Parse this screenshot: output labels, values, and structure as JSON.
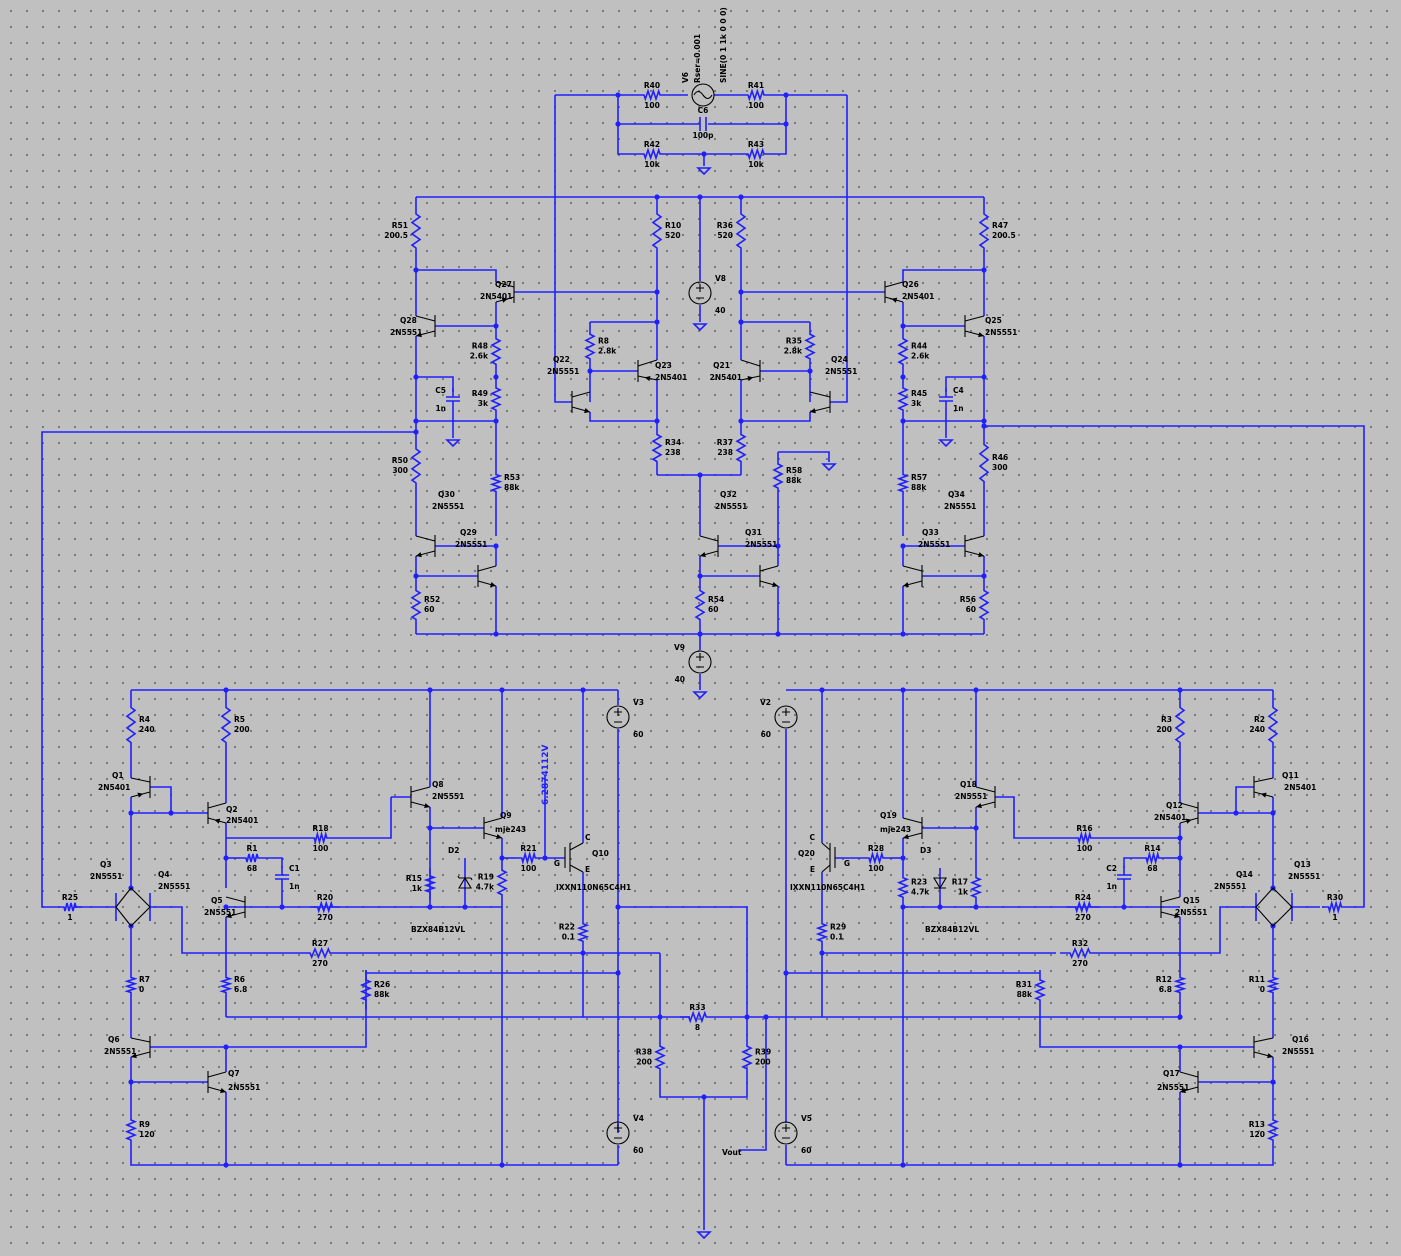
{
  "theme": {
    "background": "#c0c0c0",
    "wire": "#2020ff",
    "symbol": "#000000"
  },
  "labels": {
    "V6": "V6",
    "V6_rser": "Rser=0.001",
    "V6_sine": "SINE(0 1 1k 0 0 0)",
    "R40": "R40",
    "R40_val": "100",
    "R41": "R41",
    "R41_val": "100",
    "C6": "C6",
    "C6_val": "100p",
    "R42": "R42",
    "R42_val": "10k",
    "R43": "R43",
    "R43_val": "10k",
    "R10": "R10",
    "R10_val": "520",
    "R36": "R36",
    "R36_val": "520",
    "V8": "V8",
    "V8_val": "40",
    "R51": "R51",
    "R51_val": "200.5",
    "R47": "R47",
    "R47_val": "200.5",
    "Q27": "Q27",
    "Q27_type": "2N5401",
    "Q26": "Q26",
    "Q26_type": "2N5401",
    "Q28": "Q28",
    "Q28_type": "2N5551",
    "Q25": "Q25",
    "Q25_type": "2N5551",
    "R48": "R48",
    "R48_val": "2.6k",
    "R44": "R44",
    "R44_val": "2.6k",
    "C5": "C5",
    "C5_val": "1n",
    "C4": "C4",
    "C4_val": "1n",
    "R49": "R49",
    "R49_val": "3k",
    "R45": "R45",
    "R45_val": "3k",
    "R8": "R8",
    "R8_val": "2.8k",
    "R35": "R35",
    "R35_val": "2.8k",
    "Q22": "Q22",
    "Q22_type": "2N5551",
    "Q23": "Q23",
    "Q23_type": "2N5401",
    "Q21": "Q21",
    "Q21_type": "2N5401",
    "Q24": "Q24",
    "Q24_type": "2N5551",
    "R34": "R34",
    "R34_val": "238",
    "R37": "R37",
    "R37_val": "238",
    "R50": "R50",
    "R50_val": "300",
    "R46": "R46",
    "R46_val": "300",
    "R53": "R53",
    "R53_val": "88k",
    "R58": "R58",
    "R58_val": "88k",
    "R57": "R57",
    "R57_val": "88k",
    "Q30": "Q30",
    "Q30_type": "2N5551",
    "Q29": "Q29",
    "Q29_type": "2N5551",
    "Q32": "Q32",
    "Q32_type": "2N5551",
    "Q31": "Q31",
    "Q31_type": "2N5551",
    "Q34": "Q34",
    "Q34_type": "2N5551",
    "Q33": "Q33",
    "Q33_type": "2N5551",
    "R52": "R52",
    "R52_val": "60",
    "R54": "R54",
    "R54_val": "60",
    "R56": "R56",
    "R56_val": "60",
    "V9": "V9",
    "V9_val": "40",
    "V3": "V3",
    "V3_val": "60",
    "V2": "V2",
    "V2_val": "60",
    "V4": "V4",
    "V4_val": "60",
    "V5": "V5",
    "V5_val": "60",
    "R4": "R4",
    "R4_val": "240",
    "R5": "R5",
    "R5_val": "200",
    "R3": "R3",
    "R3_val": "200",
    "R2": "R2",
    "R2_val": "240",
    "Q1": "Q1",
    "Q1_type": "2N5401",
    "Q2": "Q2",
    "Q2_type": "2N5401",
    "Q8": "Q8",
    "Q8_type": "2N5551",
    "Q9": "Q9",
    "Q9_type": "mje243",
    "Q18": "Q18",
    "Q18_type": "2N5551",
    "Q19": "Q19",
    "Q19_type": "mje243",
    "Q12": "Q12",
    "Q12_type": "2N5401",
    "Q11": "Q11",
    "Q11_type": "2N5401",
    "probe": "6.2874112V",
    "R18": "R18",
    "R18_val": "100",
    "R16": "R16",
    "R16_val": "100",
    "R1": "R1",
    "R1_val": "68",
    "R14": "R14",
    "R14_val": "68",
    "C1": "C1",
    "C1_val": "1n",
    "C2": "C2",
    "C2_val": "1n",
    "D2": "D2",
    "D3": "D3",
    "R15": "R15",
    "R15_val": "1k",
    "R17": "R17",
    "R17_val": "1k",
    "R19": "R19",
    "R19_val": "4.7k",
    "R23": "R23",
    "R23_val": "4.7k",
    "R21": "R21",
    "R21_val": "100",
    "R28": "R28",
    "R28_val": "100",
    "Q10": "Q10",
    "Q20": "Q20",
    "mosfet": "IXXN110N65C4H1",
    "G": "G",
    "C": "C",
    "E": "E",
    "Q3": "Q3",
    "Q3_type": "2N5551",
    "Q4": "Q4",
    "Q4_type": "2N5551",
    "Q5": "Q5",
    "Q5_type": "2N5551",
    "Q14": "Q14",
    "Q14_type": "2N5551",
    "Q13": "Q13",
    "Q13_type": "2N5551",
    "Q15": "Q15",
    "Q15_type": "2N5551",
    "R25": "R25",
    "R25_val": "1",
    "R30": "R30",
    "R30_val": "1",
    "R20": "R20",
    "R20_val": "270",
    "R24": "R24",
    "R24_val": "270",
    "R27": "R27",
    "R27_val": "270",
    "R32": "R32",
    "R32_val": "270",
    "zener": "BZX84B12VL",
    "R22": "R22",
    "R22_val": "0.1",
    "R29": "R29",
    "R29_val": "0.1",
    "R7": "R7",
    "R7_val": "0",
    "R11": "R11",
    "R11_val": "0",
    "R6": "R6",
    "R6_val": "6.8",
    "R12": "R12",
    "R12_val": "6.8",
    "R26": "R26",
    "R26_val": "88k",
    "R31": "R31",
    "R31_val": "88k",
    "R33": "R33",
    "R33_val": "8",
    "R38": "R38",
    "R38_val": "200",
    "R39": "R39",
    "R39_val": "200",
    "Q6": "Q6",
    "Q6_type": "2N5551",
    "Q7": "Q7",
    "Q7_type": "2N5551",
    "Q16": "Q16",
    "Q16_type": "2N5551",
    "Q17": "Q17",
    "Q17_type": "2N5551",
    "R9": "R9",
    "R9_val": "120",
    "R13": "R13",
    "R13_val": "120",
    "Vout": "Vout"
  }
}
